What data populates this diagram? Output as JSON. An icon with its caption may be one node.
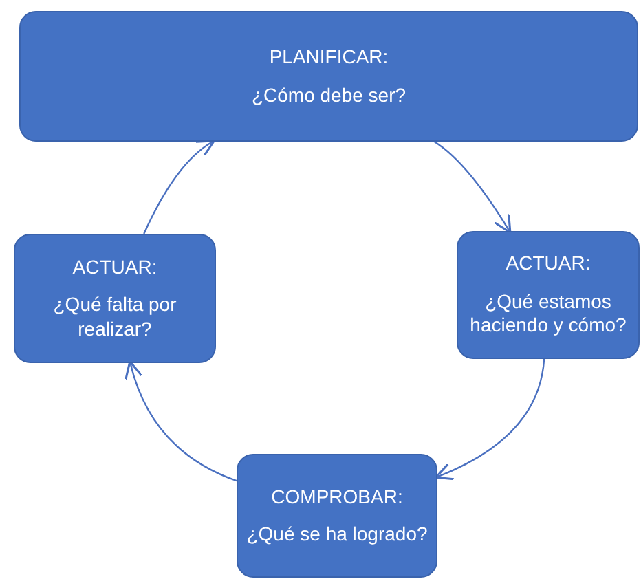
{
  "diagram": {
    "nodes": [
      {
        "text": [
          "PLANIFICAR:",
          "¿Cómo debe ser?"
        ]
      },
      {
        "text": [
          "ACTUAR:",
          "¿Qué estamos haciendo y cómo?"
        ]
      },
      {
        "text": [
          "COMPROBAR:",
          "¿Qué se ha logrado?"
        ]
      },
      {
        "text": [
          "ACTUAR:",
          "¿Qué falta por realizar?"
        ]
      }
    ],
    "edges": [
      {
        "from": 0,
        "to": 1,
        "arrow": "to"
      },
      {
        "from": 1,
        "to": 2,
        "arrow": "to"
      },
      {
        "from": 2,
        "to": 3,
        "arrow": "to"
      },
      {
        "from": 3,
        "to": 0,
        "arrow": "to"
      }
    ]
  }
}
